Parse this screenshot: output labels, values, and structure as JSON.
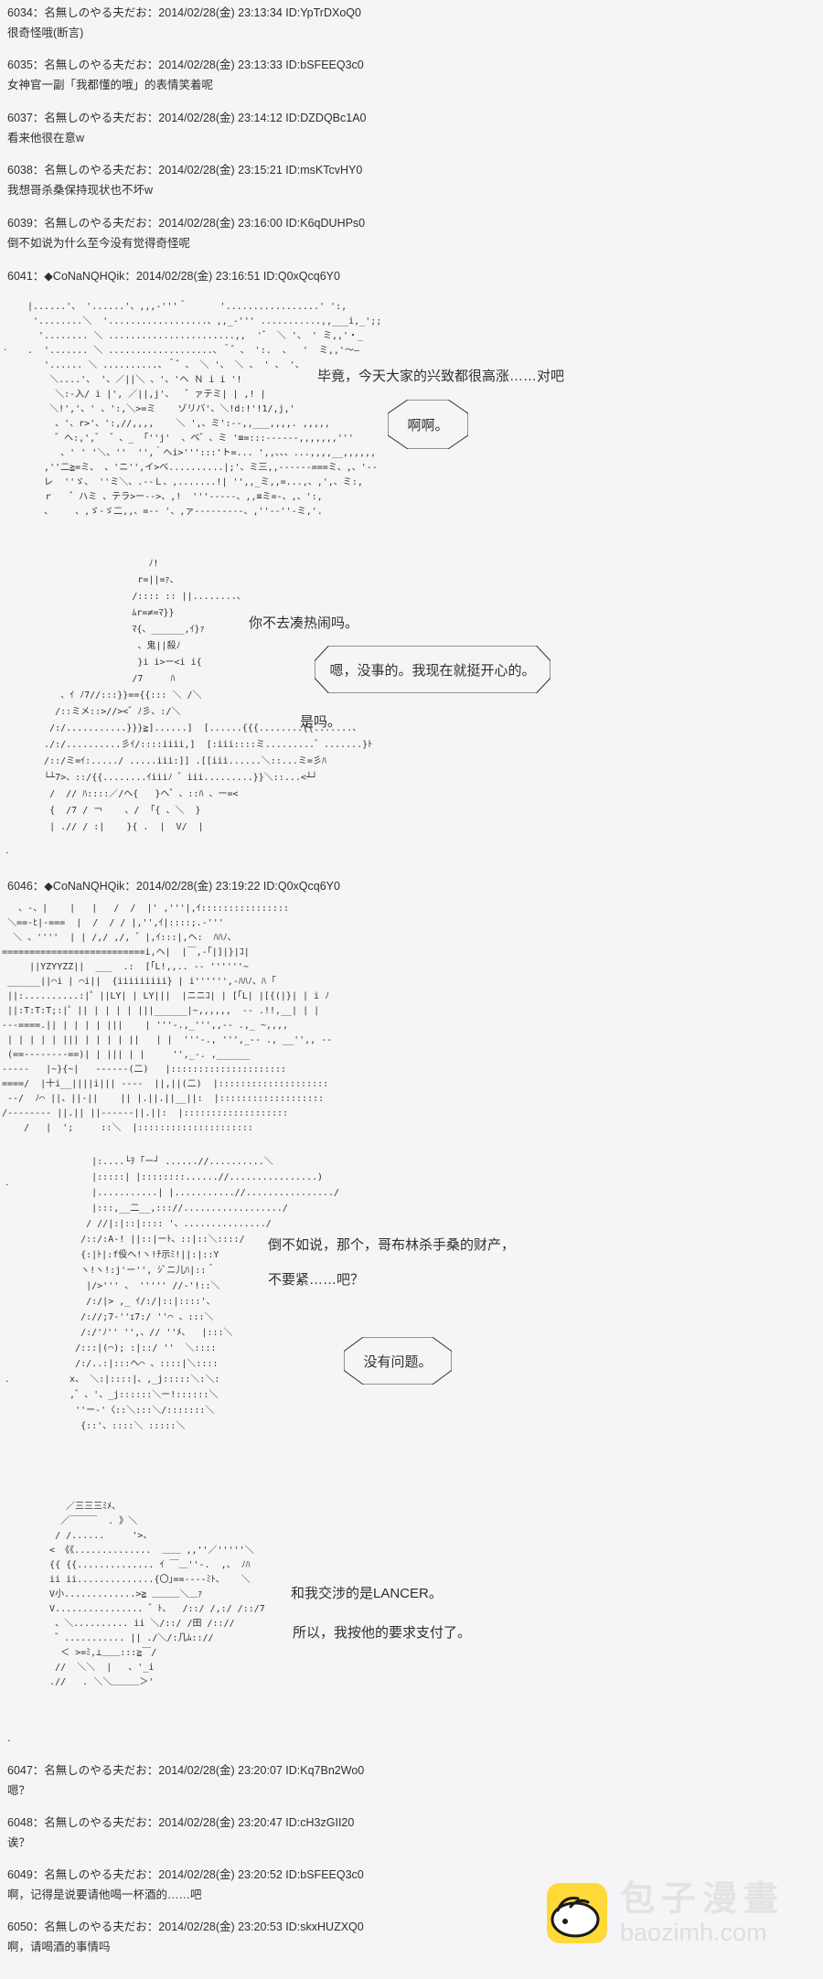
{
  "page": {
    "bg": "#f5f5f7",
    "text_color": "#2f2f2f"
  },
  "aa_dot": ".",
  "posts": [
    {
      "header": "6034：名無しのやる夫だお：2014/02/28(金) 23:13:34 ID:YpTrDXoQ0",
      "body": "很奇怪哦(断言)"
    },
    {
      "header": "6035：名無しのやる夫だお：2014/02/28(金) 23:13:33 ID:bSFEEQ3c0",
      "body": "女神官一副「我都懂的哦」的表情笑着呢"
    },
    {
      "header": "6037：名無しのやる夫だお：2014/02/28(金) 23:14:12 ID:DZDQBc1A0",
      "body": "看来他很在意w"
    },
    {
      "header": "6038：名無しのやる夫だお：2014/02/28(金) 23:15:21 ID:msKTcvHY0",
      "body": "我想哥杀桑保持现状也不坏w"
    },
    {
      "header": "6039：名無しのやる夫だお：2014/02/28(金) 23:16:00 ID:K6qDUHPs0",
      "body": "倒不如说为什么至今没有觉得奇怪呢"
    },
    {
      "header": "6047：名無しのやる夫だお：2014/02/28(金) 23:20:07 ID:Kq7Bn2Wo0",
      "body": "嗯？"
    },
    {
      "header": "6048：名無しのやる夫だお：2014/02/28(金) 23:20:47 ID:cH3zGII20",
      "body": "诶？"
    },
    {
      "header": "6049：名無しのやる夫だお：2014/02/28(金) 23:20:52 ID:bSFEEQ3c0",
      "body": "啊，记得是说要请他喝一杯酒的……吧"
    },
    {
      "header": "6050：名無しのやる夫だお：2014/02/28(金) 23:20:53 ID:skxHUZXQ0",
      "body": "啊，请喝酒的事情吗"
    }
  ],
  "scene1": {
    "header": "6041：◆CoNaNQHQik：2014/02/28(金) 23:16:51 ID:Q0xQcq6Y0",
    "d1": "毕竟，今天大家的兴致都很高涨……对吧",
    "b1": "啊啊。",
    "d2": "你不去凑热闹吗。",
    "b2": "嗯，没事的。我现在就挺开心的。",
    "d3": "是吗。",
    "art_head": "|......'、 '......'、,,,-'''＾      '.................' ':,\n '........＼  '..................、,,_-''' ...........,,___i,_';;\n  '........ ＼ .......................,,  '゛ ＼ '、 ' ミ,,'・_\n.  '....... ＼ ...................、＾゛、 ':.  、  '  ミ,,'～―\n   '...... ＼ ..........、＾゛、 ＼ '、 ＼ 、 ' 、 '、\n    ＼....'、 '、／||＼ 、'、'ヘ Ｎ i i '!\n     ＼:-入/ i |', ／||,j'、  ゛ァテミ| | ,! |\n    ＼!','、' 、':,＼>=ミ    ゾリバ'、＼!d:!'!1/,j,'\n     、'、r>'、':,//,,,,    ＼ ',、ミ':--,,___,,,,. ,,,,,\n     ゛ヘ:,',゛ ゛、_ 「''j'  、ベ゛、ミ '≡=:::------,,,,,,,'''\n      、' ' '＼、''  '',｀ヘi>''':::'ト=... ',,、、、...,,,,__,,,,,,\n   ,''二≧=ミ、 、'ニ'',イ>ベ..........|;'、ミ三,,------===ミ、,、'--\n   レ  ''ゞ、 ''ミ＼、.--Ｌ、,.......!| '',,_ミ,,=...,、,',、ミ:,\n   ｒ   ゛ハミ 、テラ>ー-->、,!  '''-----、,,≡ミ=-、,、':,\n   、    、,ゞ-ゞ二,,、=-- '、,ァ---------、,''--''-ミ,'.",
    "art_flag": "                      ﾉ!\n                    r=||=ｧ、\n                   /:::: :: ||........、\n                   ﾑr=≠=ﾏ}}\n                   ﾏ{、______,ｲ}ｧ\n                    、鬼||殺ﾉ\n                    }i i>ー<i i{\n                   /7     ﾊ\n      、ｲ ﾉ7//:::}}=={{::: ＼ /＼\n     /::ミメ::>//><゛ﾉ彡、:/＼\n    /:/...........}}}≧]......]  [......{{{........{{.......、\n   ./:/..........彡ｲ/::::iiii,]  [:iii::::ミ.........゛.......}ﾄ\n   /::/ミ=ｲ:...../ .....iii:]] .[[iii......＼::...ミ=彡ﾊ\n   └┴7>、::/{{........ｲiiiﾉ ゛iii.........}}＼::...<┴┘\n    /  // ﾊ::::／/ヘ{   }ヘ゛、::ﾊ 、ー=<\n    {  /7 / ￢    、/  ｢{ 、＼  }\n    | .// / :|    }{ .  |  V/  |"
  },
  "scene2": {
    "header": "6046：◆CoNaNQHQik：2014/02/28(金) 23:19:22 ID:Q0xQcq6Y0",
    "d4": "倒不如说，那个，哥布林杀手桑的财产，",
    "d5": "不要紧……吧？",
    "b3": "没有问题。",
    "d6": "和我交涉的是LANCER。",
    "d7": "所以，我按他的要求支付了。",
    "art_bar": "   、-、|    |   |   /  /  |' ,'''|,ｲ::::::::::::::::\n ＼==-ﾋ|-===  |  /  / / |,'',ｲ|::::;.-'''\n  ＼ 、''''  | | /,/ ,/, ゛|,ｲ:::|,ヘ:  ﾊﾊﾉ、\n==========================i,ヘ|  |￣,-｢|]|}|ｺ|\n     ||YZYYZZ||  ___  .:  [｢L!,,.. -- ''''''~\n ______||⌒i | ⌒i||  {iiiiiiiii} | i'''''',-ﾊﾊﾉ、ﾊ ｢\n ||:..........:|゜||LY| | LY|||  |ニニｺ| | [｢L| |[{(|}| | i ﾉ\n ||:T:T:T;:|゜|| | | | | |||______|~,,,,,,  -- .!!,__| | |\n---====.|| | | | | |||    | '''-.,_''',,-- .,_ ~,,,,\n | | | | | ||| | | | | ||   | |  '''-., ''',_-- ., __'',, --\n (==--------==)| | ||| | |     '',_-. ,______\n-----   |~}{~|   ------(二)   |:::::::::::::::::::::\n====/  |十i__||||i||| ----  ||,||(二)  |::::::::::::::::::::\n --/  ﾉ⌒ ||、||-||    || |.||.||__||:  |:::::::::::::::::::\n/-------- ||.|| ||------||.||:  |:::::::::::::::::::\n    /   |  ';     ::＼  |:::::::::::::::::::::",
    "art_girl": "       |:....└ｦ ｢ー┘ ......//..........＼\n       |:::::| |::::::::......//................)\n       |...........| |...........//................/\n       |:::,__二__,::://................../\n      / //|:|::|:::: '、.............../\n     /::/:A-! ||::|ーﾄ、::|::＼::::/\n     {:|ﾄ|:f伇ヘ!ヽ!ﾁ示ﾐ!||:|::Y\n     ヽ!ヽ!:j'ー'', ｼﾞニ儿ﾊ|::＾\n      |/>''' 、 ''''' //-'!::＼\n      /:/|> ,_ ｲ/:/|::|::::'、\n     /://;7-''ｪ7:/ ''⌒ 、:::＼\n     /:/'ﾉ'' '',、// ''ﾒ、  |:::＼\n    /:::|(⌒); :|::/ ''  ＼::::\n    /:/..:|:::ヘ⌒ 、::::|＼::::\n   x、 ＼:|::::|、,_j:::::＼:＼:\n   ,゛、'、_j::::::＼ー!::::::＼\n    ''ー-'〈::＼:::＼/:::::::＼\n     {::'、::::＼ :::::＼",
    "art_helmet": "      ／三三三ﾐﾒ、\n     ／￣￣￣  . 》＼\n    / /......     '>、\n   < 《《..............  ＿＿ ,,''／'''''＼\n   {{ {{.............. ｲ ￣＿''-.  ,、 ﾉﾊ\n   ii ii..............{〇｣==----ﾐﾄ、   ＼\n   V小.............>≧ ＿＿＿＼＿ｧ\n   V................ ゛ﾄ、  /::/ /,:/ /::/7\n    、＼.......... ii ＼/::/ /田 /:://\n    ゛........... || ./＼/:几ﾑ:://\n     ＜ >=ﾐ,⊥＿＿:::≧￣/\n    //  ＼＼  |   、'_i\n   .//   . ＼＼＿＿＿＞'"
  },
  "watermark": {
    "title": "包子漫畫",
    "url": "baozimh.com",
    "logo_bg": "#ffd937"
  }
}
